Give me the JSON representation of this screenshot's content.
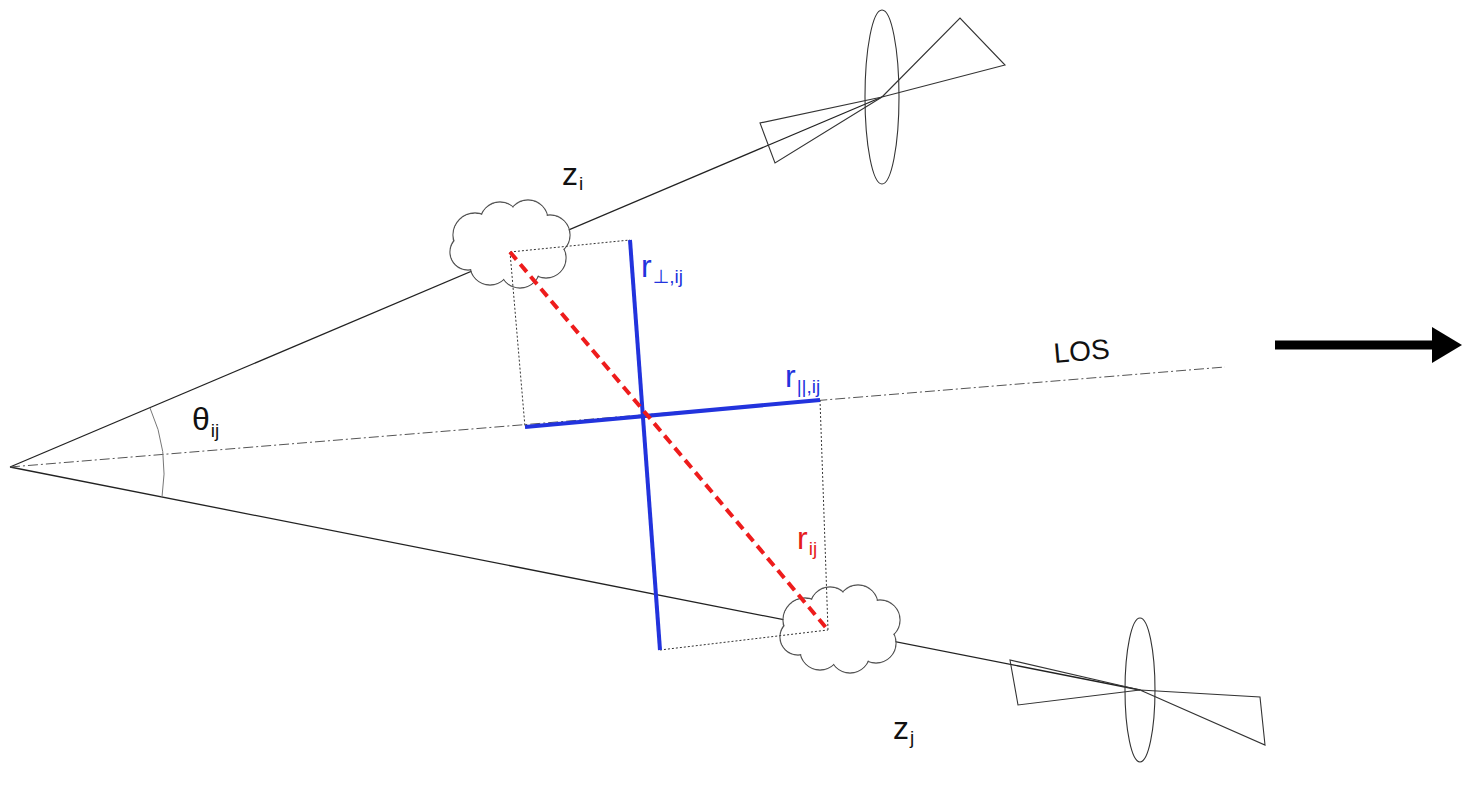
{
  "diagram": {
    "labels": [
      "z",
      "i",
      "z",
      "j",
      "θ",
      "ij",
      "r",
      "⊥,ij",
      "r",
      "||,ij",
      "LOS",
      "r",
      "ij"
    ]
  }
}
